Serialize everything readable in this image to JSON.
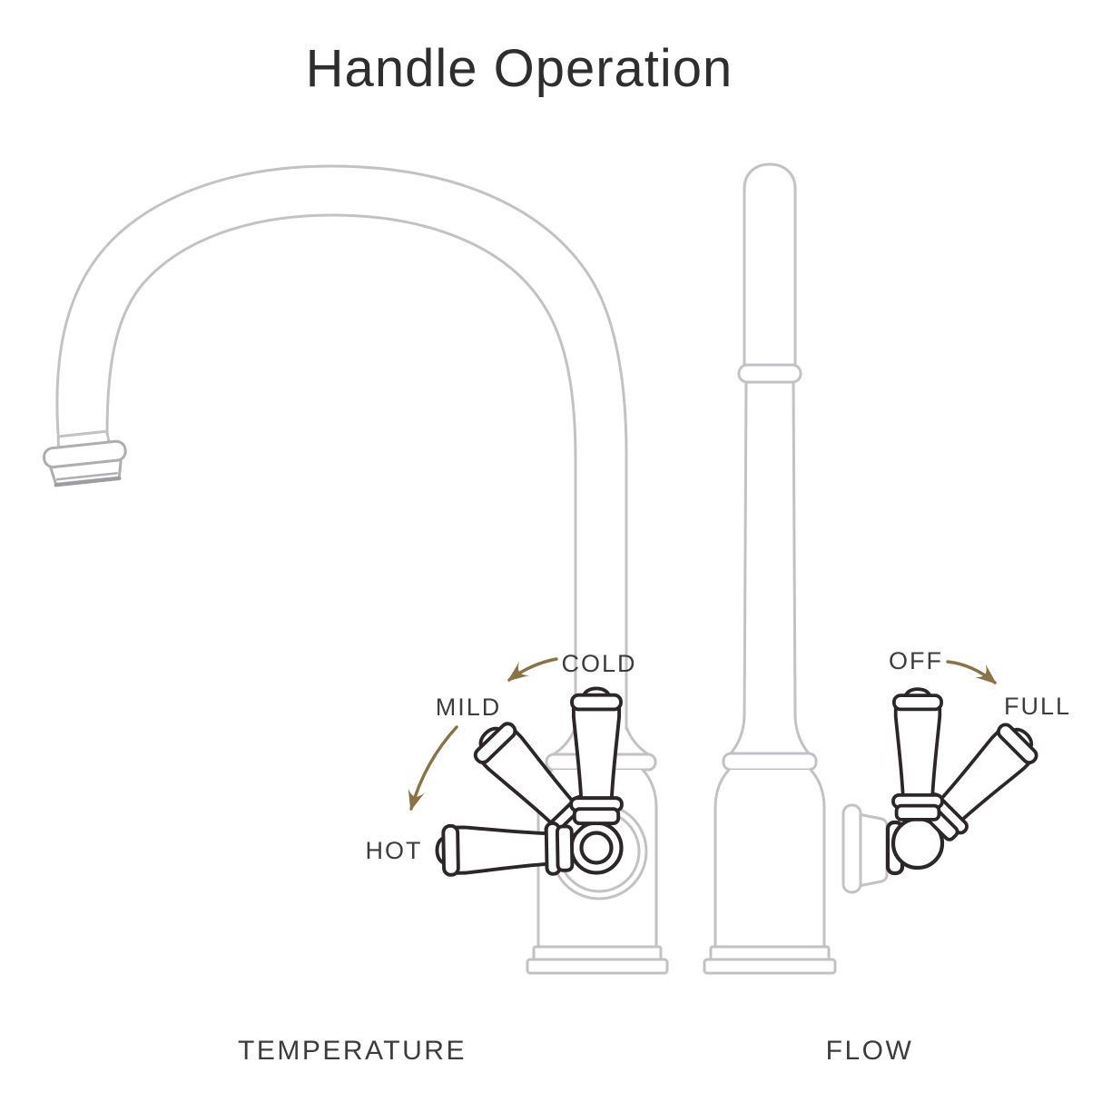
{
  "title": "Handle Operation",
  "temperature_diagram": {
    "caption": "TEMPERATURE",
    "positions": {
      "cold": "COLD",
      "mild": "MILD",
      "hot": "HOT"
    },
    "arrows": [
      {
        "from": "COLD",
        "to": "MILD"
      },
      {
        "from": "MILD",
        "to": "HOT"
      }
    ]
  },
  "flow_diagram": {
    "caption": "FLOW",
    "positions": {
      "off": "OFF",
      "full": "FULL"
    },
    "arrows": [
      {
        "from": "OFF",
        "to": "FULL"
      }
    ]
  },
  "colors": {
    "handle_outline": "#2b2728",
    "faucet_outline": "#c2c2c4",
    "arrow": "#867445",
    "label_text": "#3c3c3c",
    "background": "#ffffff"
  }
}
